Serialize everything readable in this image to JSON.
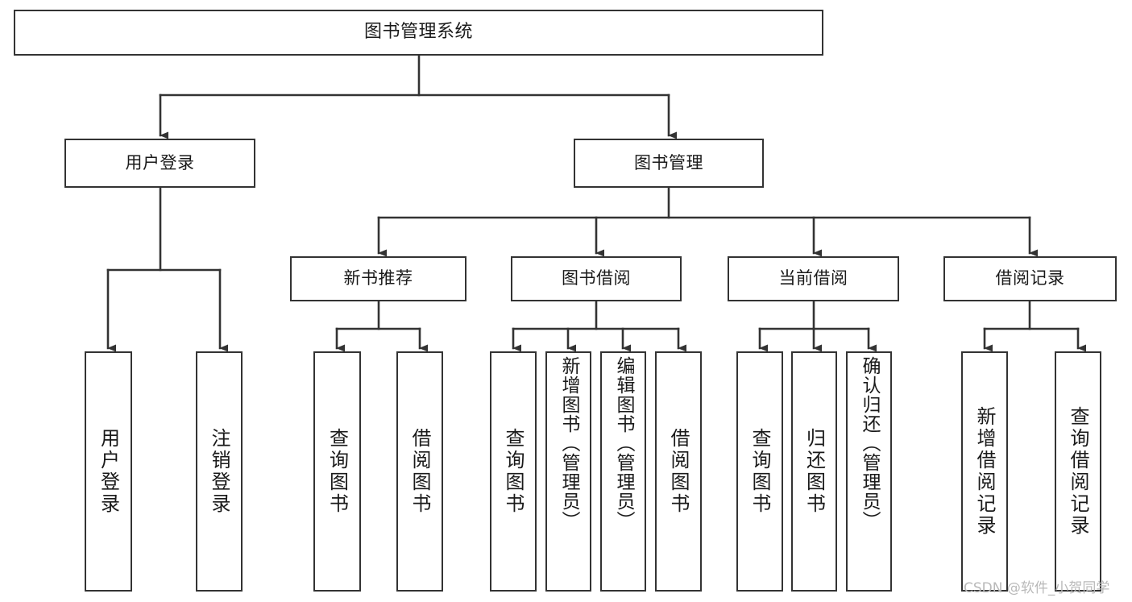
{
  "diagram": {
    "title": "图书管理系统",
    "type": "tree-hierarchy-chart",
    "colors": {
      "box_border": "#333333",
      "box_fill": "#ffffff",
      "connector": "#333333",
      "text": "#1a1a1a",
      "watermark": "#b9b9b9",
      "background": "#ffffff"
    },
    "root": {
      "id": "root",
      "label": "图书管理系统"
    },
    "level1": [
      {
        "id": "user-login",
        "label": "用户登录"
      },
      {
        "id": "book-management",
        "label": "图书管理"
      }
    ],
    "level2": [
      {
        "id": "new-book-recommend",
        "label": "新书推荐",
        "parent": "book-management"
      },
      {
        "id": "book-borrow",
        "label": "图书借阅",
        "parent": "book-management"
      },
      {
        "id": "current-borrow",
        "label": "当前借阅",
        "parent": "book-management"
      },
      {
        "id": "borrow-record",
        "label": "借阅记录",
        "parent": "book-management"
      }
    ],
    "leaves": {
      "user_login": [
        {
          "id": "leaf-user-login",
          "label": "用户登录"
        },
        {
          "id": "leaf-user-logout",
          "label": "注销登录"
        }
      ],
      "new_book_recommend": [
        {
          "id": "leaf-query-book-1",
          "label": "查询图书"
        },
        {
          "id": "leaf-borrow-book-1",
          "label": "借阅图书"
        }
      ],
      "book_borrow": [
        {
          "id": "leaf-query-book-2",
          "label": "查询图书"
        },
        {
          "id": "leaf-add-book",
          "label": "新增图书（管理员）"
        },
        {
          "id": "leaf-edit-book",
          "label": "编辑图书（管理员）"
        },
        {
          "id": "leaf-borrow-book-2",
          "label": "借阅图书"
        }
      ],
      "current_borrow": [
        {
          "id": "leaf-query-book-3",
          "label": "查询图书"
        },
        {
          "id": "leaf-return-book",
          "label": "归还图书"
        },
        {
          "id": "leaf-confirm-return",
          "label": "确认归还（管理员）"
        }
      ],
      "borrow_record": [
        {
          "id": "leaf-add-record",
          "label": "新增借阅记录"
        },
        {
          "id": "leaf-query-record",
          "label": "查询借阅记录"
        }
      ]
    }
  },
  "watermark": {
    "text": "CSDN @软件_小贺同学"
  }
}
